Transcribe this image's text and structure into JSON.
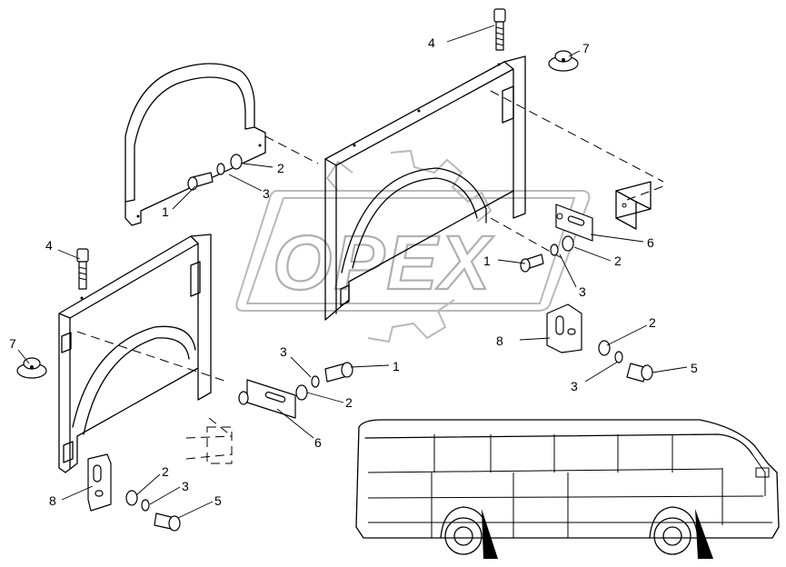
{
  "watermark": {
    "text": "OPEX"
  },
  "callouts": [
    {
      "id": "c-4-top",
      "label": "4"
    },
    {
      "id": "c-7-top",
      "label": "7"
    },
    {
      "id": "c-2-ul",
      "label": "2"
    },
    {
      "id": "c-3-ul",
      "label": "3"
    },
    {
      "id": "c-1-ul",
      "label": "1"
    },
    {
      "id": "c-6-r",
      "label": "6"
    },
    {
      "id": "c-2-r",
      "label": "2"
    },
    {
      "id": "c-1-mid",
      "label": "1"
    },
    {
      "id": "c-3-mid",
      "label": "3"
    },
    {
      "id": "c-8-r",
      "label": "8"
    },
    {
      "id": "c-2-r2",
      "label": "2"
    },
    {
      "id": "c-3-r2",
      "label": "3"
    },
    {
      "id": "c-5-r",
      "label": "5"
    },
    {
      "id": "c-4-left",
      "label": "4"
    },
    {
      "id": "c-7-left",
      "label": "7"
    },
    {
      "id": "c-3-lc",
      "label": "3"
    },
    {
      "id": "c-1-lc",
      "label": "1"
    },
    {
      "id": "c-2-lc",
      "label": "2"
    },
    {
      "id": "c-6-lc",
      "label": "6"
    },
    {
      "id": "c-8-l",
      "label": "8"
    },
    {
      "id": "c-2-l",
      "label": "2"
    },
    {
      "id": "c-3-l",
      "label": "3"
    },
    {
      "id": "c-5-l",
      "label": "5"
    }
  ]
}
